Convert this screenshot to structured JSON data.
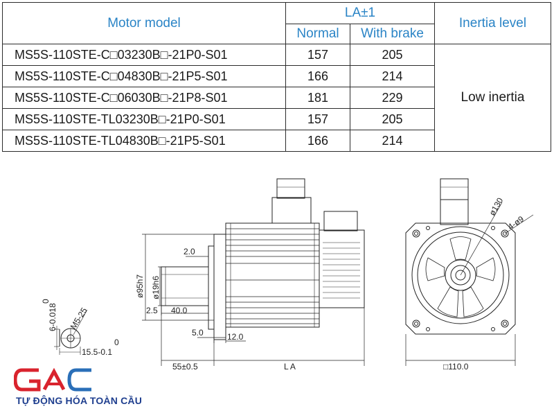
{
  "table": {
    "headers": {
      "model": "Motor model",
      "la": "LA±1",
      "normal": "Normal",
      "with_brake": "With brake",
      "inertia": "Inertia level"
    },
    "rows": [
      {
        "model": "MS5S-110STE-C□03230B□-21P0-S01",
        "normal": "157",
        "brake": "205"
      },
      {
        "model": "MS5S-110STE-C□04830B□-21P5-S01",
        "normal": "166",
        "brake": "214"
      },
      {
        "model": "MS5S-110STE-C□06030B□-21P8-S01",
        "normal": "181",
        "brake": "229"
      },
      {
        "model": "MS5S-110STE-TL03230B□-21P0-S01",
        "normal": "157",
        "brake": "205"
      },
      {
        "model": "MS5S-110STE-TL04830B□-21P5-S01",
        "normal": "166",
        "brake": "214"
      }
    ],
    "inertia_value": "Low inertia"
  },
  "drawing": {
    "dim_shaft_end": "2.0",
    "dim_flange_dia": "ø95h7",
    "dim_shaft_dia": "ø19h6",
    "dim_flange_thk": "2.5",
    "dim_key_len": "40.0",
    "dim_spigot": "5.0",
    "dim_flange_w": "12.0",
    "dim_shaft_len": "55±0.5",
    "dim_body_len": "L A",
    "dim_pcd": "ø130",
    "dim_holes": "4-ø9",
    "dim_square": "□110.0",
    "key_tol_top": "0",
    "key_dim": "6-0.018",
    "key_thread": "M5-25",
    "key_depth": "15.5-0.1",
    "key_depth_top": "0"
  },
  "logo": {
    "brand": "GAC",
    "tagline": "TỰ ĐỘNG HÓA TOÀN CẦU",
    "colors": {
      "red": "#d9232d",
      "blue": "#2a6fb8"
    }
  }
}
